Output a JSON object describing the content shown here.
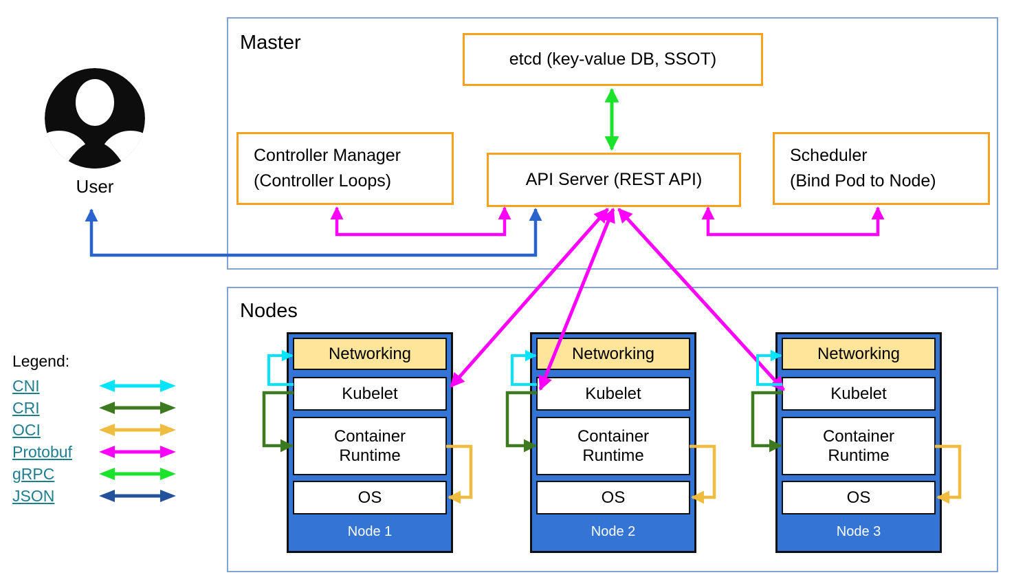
{
  "master": {
    "label": "Master",
    "etcd_label": "etcd (key-value DB, SSOT)",
    "controller_manager": {
      "line1": "Controller Manager",
      "line2": "(Controller Loops)"
    },
    "api_server_label": "API Server (REST API)",
    "scheduler": {
      "line1": "Scheduler",
      "line2": "(Bind Pod to Node)"
    }
  },
  "user": {
    "label": "User"
  },
  "nodes": {
    "label": "Nodes",
    "items": [
      {
        "name": "Node 1",
        "layers": [
          "Networking",
          "Kubelet",
          "Container Runtime",
          "OS"
        ]
      },
      {
        "name": "Node 2",
        "layers": [
          "Networking",
          "Kubelet",
          "Container Runtime",
          "OS"
        ]
      },
      {
        "name": "Node 3",
        "layers": [
          "Networking",
          "Kubelet",
          "Container Runtime",
          "OS"
        ]
      }
    ]
  },
  "legend": {
    "title": "Legend:",
    "items": [
      {
        "label": "CNI",
        "color": "#00E5FF"
      },
      {
        "label": "CRI",
        "color": "#3D7A1F"
      },
      {
        "label": "OCI",
        "color": "#EFBC3F"
      },
      {
        "label": "Protobuf",
        "color": "#FF00FF"
      },
      {
        "label": "gRPC",
        "color": "#1BE22B"
      },
      {
        "label": "JSON",
        "color": "#24519B"
      }
    ]
  },
  "colors": {
    "cni": "#00E5FF",
    "cri": "#3D7A1F",
    "oci": "#EFBC3F",
    "protobuf": "#FF00FF",
    "grpc": "#1BE22B",
    "json": "#24519B",
    "user_arrow": "#2A63CE",
    "orange_border": "#F7A11F",
    "section_border": "#7FA3D4",
    "node_fill": "#3374D4",
    "networking_fill": "#FFE599",
    "legend_link": "#1D7E90"
  }
}
